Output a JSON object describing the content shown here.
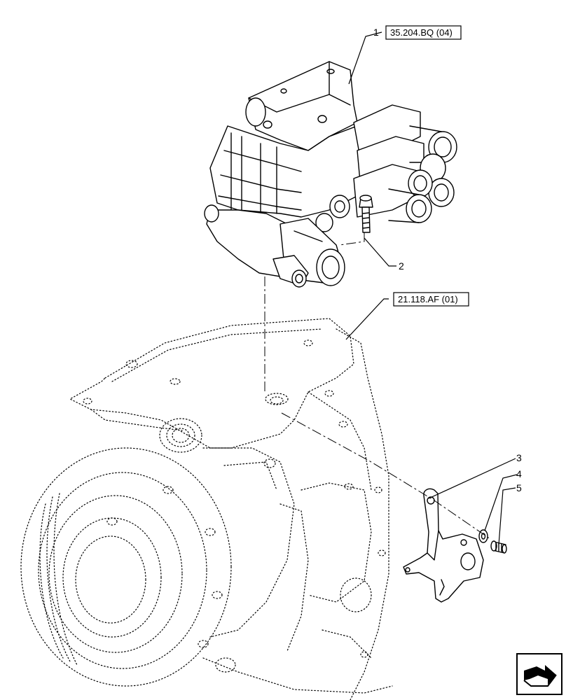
{
  "diagram": {
    "references": [
      {
        "id": "ref-top",
        "text": "35.204.BQ (04)"
      },
      {
        "id": "ref-mid",
        "text": "21.118.AF (01)"
      }
    ],
    "callouts": [
      {
        "id": "callout-1",
        "label": "1"
      },
      {
        "id": "callout-2",
        "label": "2"
      },
      {
        "id": "callout-3",
        "label": "3"
      },
      {
        "id": "callout-4",
        "label": "4"
      },
      {
        "id": "callout-5",
        "label": "5"
      }
    ],
    "nav_icon": "next-page-arrow-icon"
  }
}
